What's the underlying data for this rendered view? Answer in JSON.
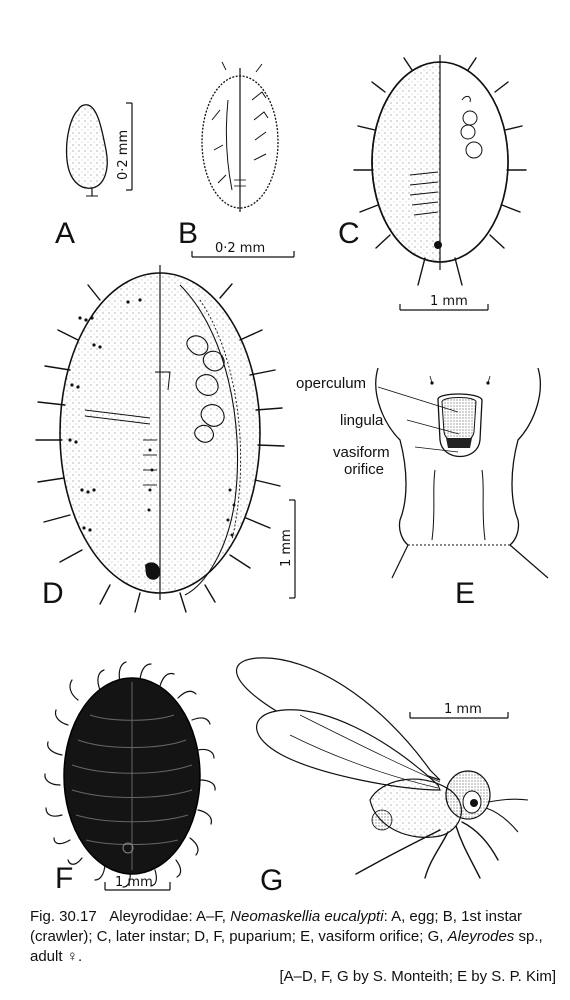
{
  "figure": {
    "panel_letters": {
      "A": "A",
      "B": "B",
      "C": "C",
      "D": "D",
      "E": "E",
      "F": "F",
      "G": "G"
    },
    "scale_bars": {
      "A": "0·2 mm",
      "B": "0·2 mm",
      "C": "1 mm",
      "D": "1 mm",
      "F": "1 mm",
      "G": "1 mm"
    },
    "labels_E": {
      "operculum": "operculum",
      "lingula": "lingula",
      "vasiform_line1": "vasiform",
      "vasiform_line2": "orifice"
    }
  },
  "caption": {
    "fig_number": "Fig. 30.17",
    "family": "Aleyrodidae: A–F, ",
    "species1": "Neomaskellia eucalypti",
    "text1": ": A, egg; B, 1st instar (crawler); C, later instar; D, F, puparium; E, vasiform orifice; G, ",
    "species2": "Aleyrodes",
    "text2": " sp., adult ♀.",
    "credit": "[A–D, F, G by S. Monteith; E by S. P. Kim]"
  }
}
